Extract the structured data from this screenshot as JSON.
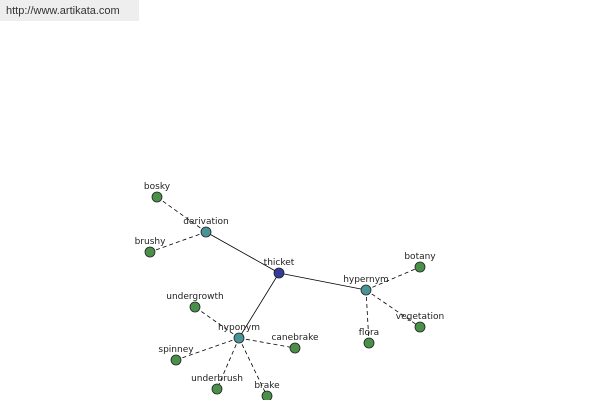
{
  "url": "http://www.artikata.com",
  "colors": {
    "root": "#333c99",
    "relation": "#4a9396",
    "term": "#4a8f4a"
  },
  "graph": {
    "root": "thicket",
    "relations": [
      {
        "label": "derivation",
        "terms": [
          "bosky",
          "brushy"
        ]
      },
      {
        "label": "hypernym",
        "terms": [
          "botany",
          "vegetation",
          "flora"
        ]
      },
      {
        "label": "hyponym",
        "terms": [
          "undergrowth",
          "canebrake",
          "spinney",
          "underbrush",
          "brake"
        ]
      }
    ]
  }
}
